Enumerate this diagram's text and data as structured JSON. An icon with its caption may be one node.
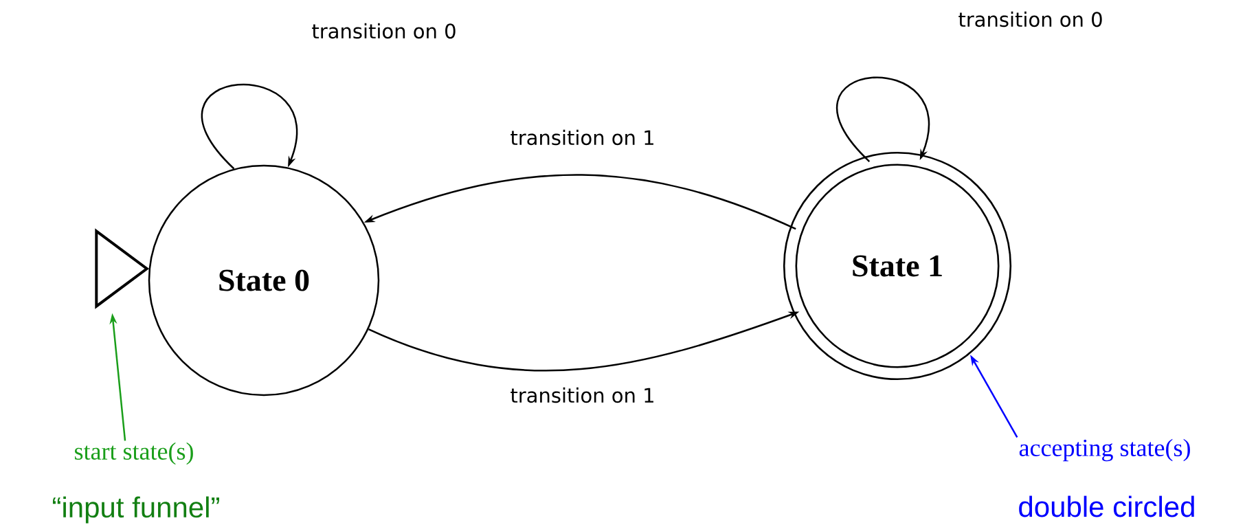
{
  "diagram": {
    "nodes": [
      {
        "text": [
          "State 0"
        ]
      },
      {
        "text": [
          "State 1"
        ]
      },
      {
        "text": [],
        "shape": "triangle"
      },
      {
        "text": [
          "start state(s)"
        ],
        "beside": [
          "“input funnel”"
        ]
      },
      {
        "text": [
          "accepting state(s)"
        ],
        "beside": [
          "double circled"
        ]
      }
    ],
    "edges": [
      {
        "from": 0,
        "to": 0,
        "arrow": "to",
        "label": "transition on 0"
      },
      {
        "from": 1,
        "to": 1,
        "arrow": "to",
        "label": "transition on 0"
      },
      {
        "from": 1,
        "to": 0,
        "arrow": "to",
        "label": "transition on 1"
      },
      {
        "from": 0,
        "to": 1,
        "arrow": "to",
        "label": "transition on 1"
      },
      {
        "from": 3,
        "to": 2,
        "arrow": "to",
        "color": "#1a9e1a"
      },
      {
        "from": 4,
        "to": 1,
        "arrow": "to",
        "color": "#0000ff"
      }
    ]
  }
}
